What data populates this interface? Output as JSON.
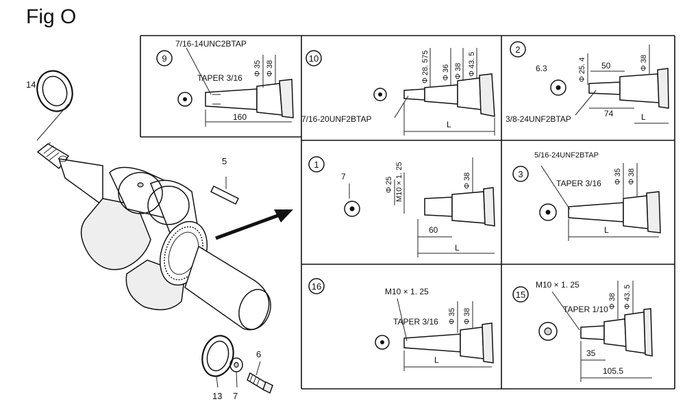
{
  "figure": {
    "title": "Fig O"
  },
  "callouts": {
    "p14": "14",
    "p5": "5",
    "p13": "13",
    "p7": "7",
    "p6": "6"
  },
  "panels": {
    "p9": {
      "circle": "9",
      "tap": "7/16-14UNC2BTAP",
      "taper": "TAPER 3/16",
      "d1": "Φ 35",
      "d2": "Φ 38",
      "len": "160"
    },
    "p10": {
      "circle": "10",
      "tap": "7/16-20UNF2BTAP",
      "d1": "Φ 28. 575",
      "d2": "Φ 36",
      "d3": "Φ 38",
      "d4": "Φ 43. 5",
      "len": "L"
    },
    "p2": {
      "circle": "2",
      "tap": "3/8-24UNF2BTAP",
      "key": "6.3",
      "d1": "Φ 25. 4",
      "d2": "Φ 38",
      "a": "50",
      "b": "74",
      "len": "L"
    },
    "p1": {
      "circle": "1",
      "key": "7",
      "thread": "M10 × 1. 25",
      "d1": "Φ 25",
      "d2": "Φ 38",
      "a": "60",
      "len": "L"
    },
    "p3": {
      "circle": "3",
      "tap": "5/16-24UNF2BTAP",
      "taper": "TAPER 3/16",
      "d1": "Φ 35",
      "d2": "Φ 38",
      "len": "L"
    },
    "p16": {
      "circle": "16",
      "thread": "M10 × 1. 25",
      "taper": "TAPER 3/16",
      "d1": "Φ 35",
      "d2": "Φ 38",
      "len": "L"
    },
    "p15": {
      "circle": "15",
      "thread": "M10 × 1. 25",
      "taper": "TAPER 1/10",
      "d1": "Φ 38",
      "d2": "Φ 43. 5",
      "a": "35",
      "b": "105.5"
    }
  }
}
